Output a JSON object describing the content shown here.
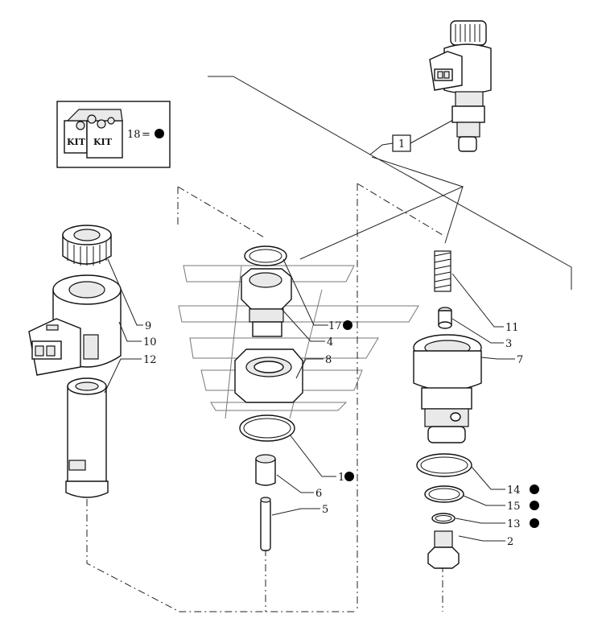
{
  "kit_box": {
    "kit_label_left": "KIT",
    "kit_label_right": "KIT",
    "kit_ref_number": "18",
    "kit_ref_symbol": "="
  },
  "callouts": [
    {
      "id": "9",
      "text": "9",
      "in_kit": false
    },
    {
      "id": "10",
      "text": "10",
      "in_kit": false
    },
    {
      "id": "12",
      "text": "12",
      "in_kit": false
    },
    {
      "id": "17",
      "text": "17",
      "in_kit": true
    },
    {
      "id": "4",
      "text": "4",
      "in_kit": false
    },
    {
      "id": "8",
      "text": "8",
      "in_kit": false
    },
    {
      "id": "16",
      "text": "16",
      "in_kit": true
    },
    {
      "id": "6",
      "text": "6",
      "in_kit": false
    },
    {
      "id": "5",
      "text": "5",
      "in_kit": false
    },
    {
      "id": "11",
      "text": "11",
      "in_kit": false
    },
    {
      "id": "3",
      "text": "3",
      "in_kit": false
    },
    {
      "id": "7",
      "text": "7",
      "in_kit": false
    },
    {
      "id": "14",
      "text": "14",
      "in_kit": true
    },
    {
      "id": "15",
      "text": "15",
      "in_kit": true
    },
    {
      "id": "13",
      "text": "13",
      "in_kit": true
    },
    {
      "id": "2",
      "text": "2",
      "in_kit": false
    }
  ],
  "assembly_ref": {
    "text": "1"
  },
  "colors": {
    "line": "#111111",
    "kit_dot": "#000000",
    "background": "#ffffff"
  }
}
